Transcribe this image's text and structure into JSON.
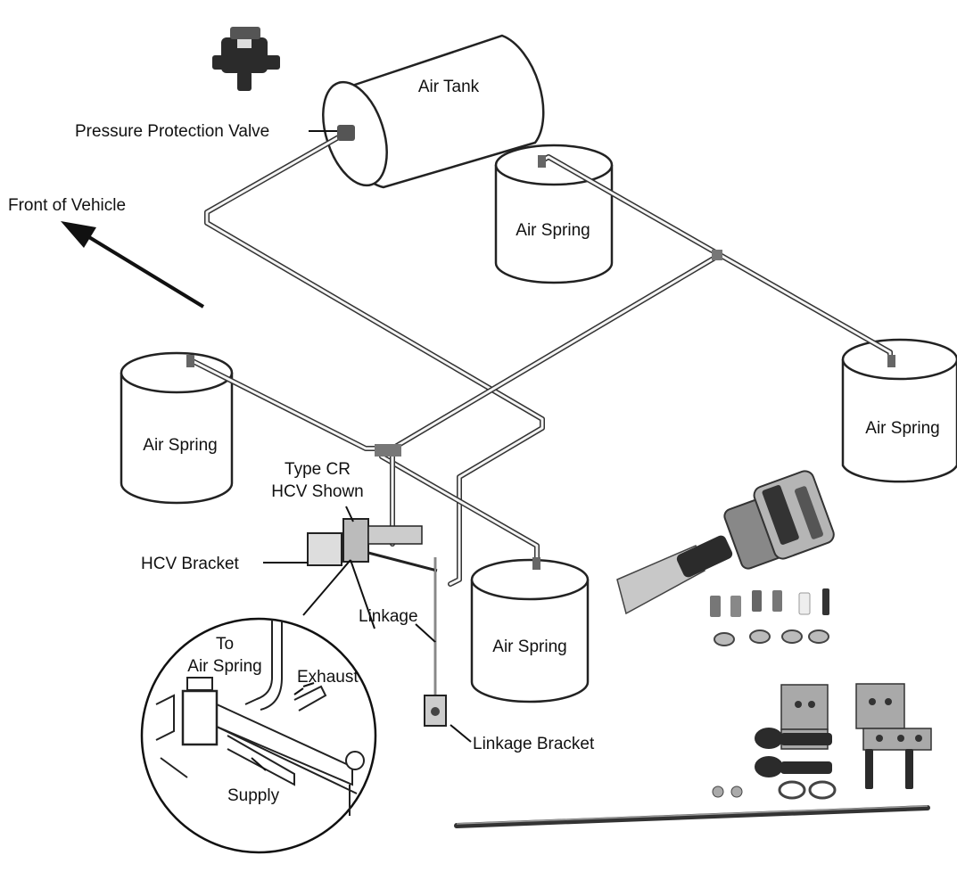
{
  "labels": {
    "air_tank": "Air Tank",
    "pressure_protection_valve": "Pressure Protection Valve",
    "front_of_vehicle": "Front of Vehicle",
    "air_spring_rear_top": "Air Spring",
    "air_spring_rear_right": "Air Spring",
    "air_spring_front_left": "Air Spring",
    "air_spring_front_center": "Air Spring",
    "hcv_line1": "Type CR",
    "hcv_line2": "HCV Shown",
    "hcv_bracket": "HCV Bracket",
    "linkage": "Linkage",
    "linkage_bracket": "Linkage Bracket",
    "detail_to_line1": "To",
    "detail_to_line2": "Air Spring",
    "detail_exhaust": "Exhaust",
    "detail_supply": "Supply"
  }
}
